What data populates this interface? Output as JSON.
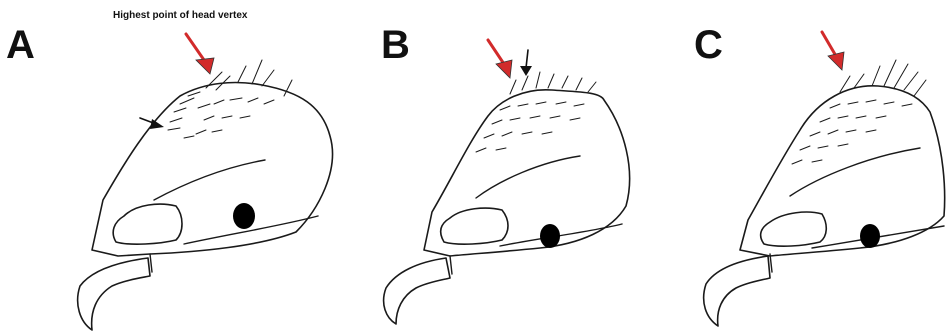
{
  "annotation": "Highest point of head vertex",
  "panels": [
    {
      "label": "A"
    },
    {
      "label": "B"
    },
    {
      "label": "C"
    }
  ],
  "colors": {
    "highlight_arrow": "#d22b2b",
    "outline": "#1a1a1a",
    "background": "#ffffff"
  }
}
